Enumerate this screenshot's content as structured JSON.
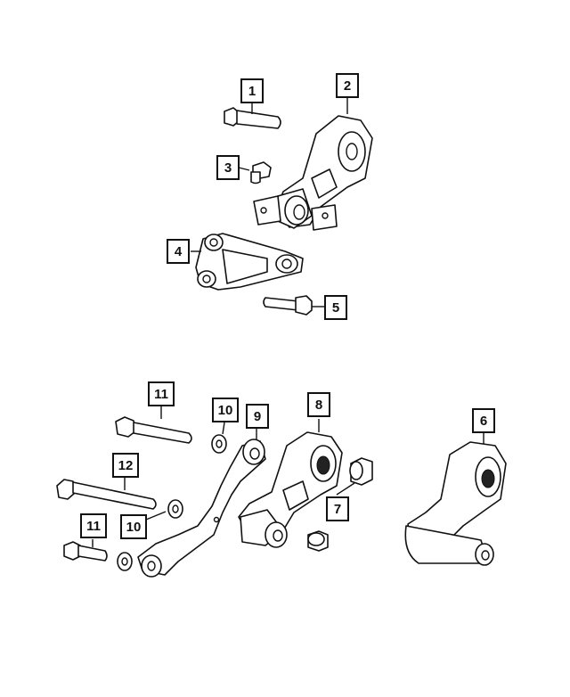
{
  "callouts": {
    "c1": "1",
    "c2": "2",
    "c3": "3",
    "c4": "4",
    "c5": "5",
    "c6": "6",
    "c7": "7",
    "c8": "8",
    "c9": "9",
    "c10a": "10",
    "c10b": "10",
    "c11a": "11",
    "c11b": "11",
    "c12": "12"
  }
}
